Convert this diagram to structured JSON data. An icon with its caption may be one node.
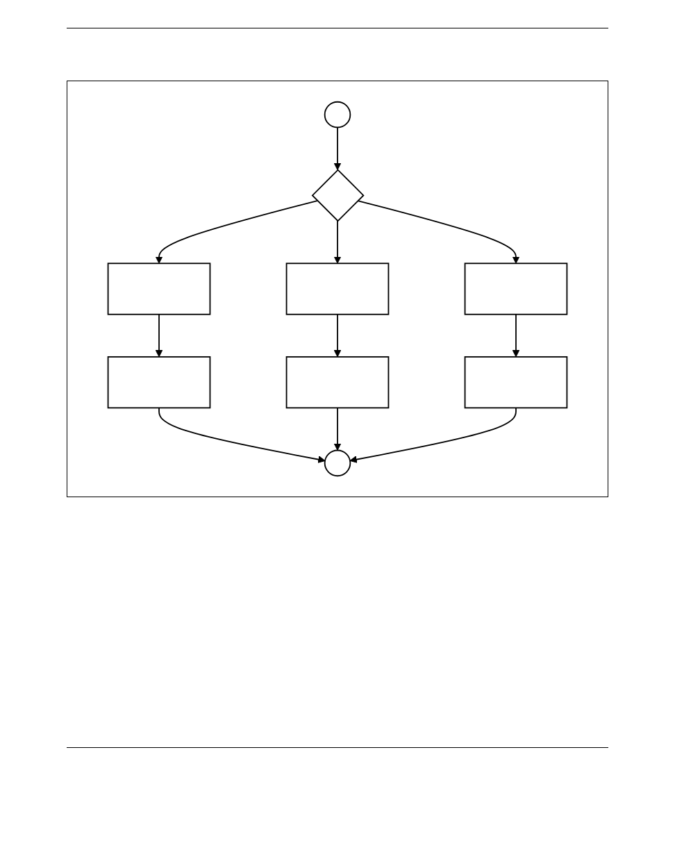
{
  "diagram": {
    "nodes": [
      {
        "text": [],
        "shape": "circle"
      },
      {
        "text": [],
        "shape": "diamond"
      },
      {
        "text": [],
        "shape": "box"
      },
      {
        "text": [],
        "shape": "box"
      },
      {
        "text": [],
        "shape": "box"
      },
      {
        "text": [],
        "shape": "box"
      },
      {
        "text": [],
        "shape": "box"
      },
      {
        "text": [],
        "shape": "box"
      },
      {
        "text": [],
        "shape": "circle"
      }
    ],
    "edges": [
      {
        "from": 0,
        "to": 1,
        "arrow": "to"
      },
      {
        "from": 1,
        "to": 2,
        "arrow": "to"
      },
      {
        "from": 1,
        "to": 3,
        "arrow": "to"
      },
      {
        "from": 1,
        "to": 4,
        "arrow": "to"
      },
      {
        "from": 2,
        "to": 5,
        "arrow": "to"
      },
      {
        "from": 3,
        "to": 6,
        "arrow": "to"
      },
      {
        "from": 4,
        "to": 7,
        "arrow": "to"
      },
      {
        "from": 5,
        "to": 8,
        "arrow": "to"
      },
      {
        "from": 6,
        "to": 8,
        "arrow": "to"
      },
      {
        "from": 7,
        "to": 8,
        "arrow": "to"
      }
    ]
  }
}
